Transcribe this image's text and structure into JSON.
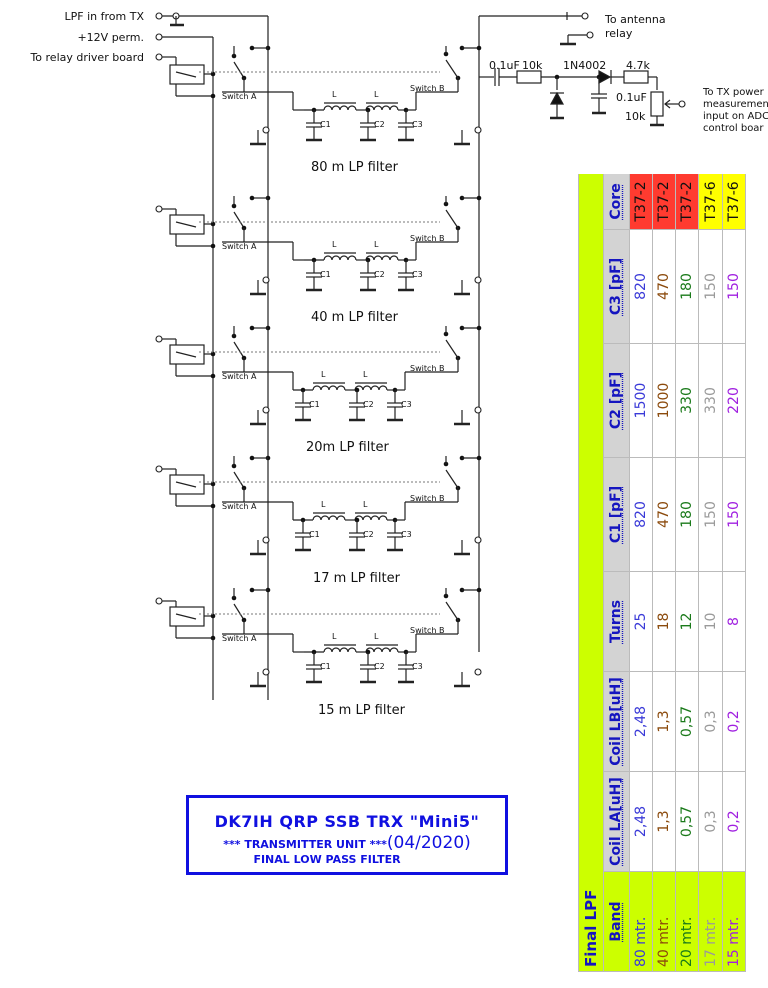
{
  "inputs": {
    "lpf_in": "LPF in from TX",
    "plus12": "+12V perm.",
    "relay_driver": "To relay driver board"
  },
  "outputs": {
    "to_antenna": "To antenna",
    "relay": "relay",
    "tx_power_1": "To TX power",
    "tx_power_2": "measuremen",
    "tx_power_3": "input on ADC",
    "tx_power_4": "control boar"
  },
  "detector": {
    "cap": "0.1uF",
    "res1": "10k",
    "diode": "1N4002",
    "res2": "4.7k",
    "cap2": "0.1uF",
    "pot": "10k"
  },
  "filters": [
    {
      "label": "80 m LP filter"
    },
    {
      "label": "40 m LP filter"
    },
    {
      "label": "20m LP filter"
    },
    {
      "label": "17 m LP filter"
    },
    {
      "label": "15 m LP filter"
    }
  ],
  "parts": {
    "switch_a": "Switch A",
    "switch_b": "Switch B",
    "coil": "L",
    "c1": "C1",
    "c2": "C2",
    "c3": "C3"
  },
  "title": {
    "line1": "DK7IH  QRP  SSB  TRX  \"Mini5\"",
    "line2": "*** TRANSMITTER UNIT ***",
    "date": "(04/2020)",
    "line3": "FINAL LOW PASS FILTER"
  },
  "table": {
    "caption": "Final LPF",
    "headers": [
      "Band",
      "Coil LA[uH]",
      "Coil LB[uH]",
      "Turns",
      "C1 [pF]",
      "C2 [pF]",
      "C3 [pF]",
      "Core"
    ],
    "rows": [
      {
        "band": "80 mtr.",
        "la": "2,48",
        "lb": "2,48",
        "turns": "25",
        "c1": "820",
        "c2": "1500",
        "c3": "820",
        "core": "T37-2",
        "color": "#3a3ad8",
        "core_bg": "#ff3b30"
      },
      {
        "band": "40 mtr.",
        "la": "1,3",
        "lb": "1,3",
        "turns": "18",
        "c1": "470",
        "c2": "1000",
        "c3": "470",
        "core": "T37-2",
        "color": "#8b4a0c",
        "core_bg": "#ff3b30"
      },
      {
        "band": "20 mtr.",
        "la": "0,57",
        "lb": "0,57",
        "turns": "12",
        "c1": "180",
        "c2": "330",
        "c3": "180",
        "core": "T37-2",
        "color": "#1a7a1a",
        "core_bg": "#ff3b30"
      },
      {
        "band": "17 mtr.",
        "la": "0,3",
        "lb": "0,3",
        "turns": "10",
        "c1": "150",
        "c2": "330",
        "c3": "150",
        "core": "T37-6",
        "color": "#9a9a9a",
        "core_bg": "#ffff00"
      },
      {
        "band": "15 mtr.",
        "la": "0,2",
        "lb": "0,2",
        "turns": "8",
        "c1": "150",
        "c2": "220",
        "c3": "150",
        "core": "T37-6",
        "color": "#a020e0",
        "core_bg": "#ffff00"
      }
    ],
    "colors": {
      "caption_bg": "#ccff00",
      "header_bg": "#d3d3d3",
      "header_text": "#1515c0"
    }
  }
}
